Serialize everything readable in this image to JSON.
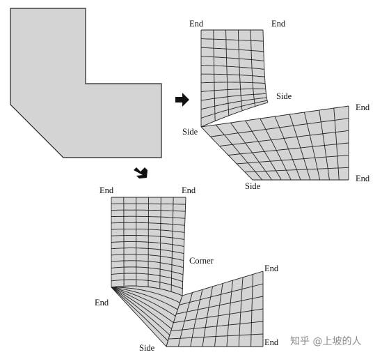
{
  "labels": {
    "end": "End",
    "side": "Side",
    "corner": "Corner"
  },
  "watermark": "知乎 @上坡的人",
  "colors": {
    "fill": "#d4d4d4",
    "stroke": "#222222",
    "arrow": "#111111"
  }
}
